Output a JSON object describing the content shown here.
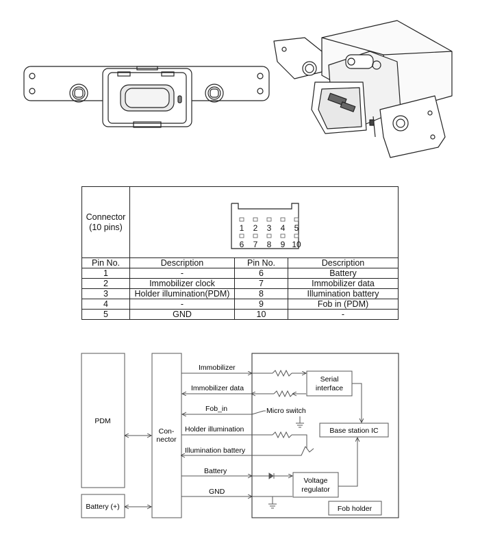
{
  "connector": {
    "label_line1": "Connector",
    "label_line2": "(10 pins)",
    "top_pins": [
      "1",
      "2",
      "3",
      "4",
      "5"
    ],
    "bottom_pins": [
      "6",
      "7",
      "8",
      "9",
      "10"
    ]
  },
  "pin_table": {
    "headers": [
      "Pin No.",
      "Description",
      "Pin No.",
      "Description"
    ],
    "rows": [
      {
        "pin_a": "1",
        "desc_a": "-",
        "pin_b": "6",
        "desc_b": "Battery"
      },
      {
        "pin_a": "2",
        "desc_a": "Immobilizer clock",
        "pin_b": "7",
        "desc_b": "Immobilizer data"
      },
      {
        "pin_a": "3",
        "desc_a": "Holder illumination(PDM)",
        "pin_b": "8",
        "desc_b": "Illumination battery"
      },
      {
        "pin_a": "4",
        "desc_a": "-",
        "pin_b": "9",
        "desc_b": "Fob in (PDM)"
      },
      {
        "pin_a": "5",
        "desc_a": "GND",
        "pin_b": "10",
        "desc_b": "-"
      }
    ]
  },
  "diagram": {
    "pdm": "PDM",
    "connector_line1": "Con-",
    "connector_line2": "nector",
    "battery": "Battery (+)",
    "serial_line1": "Serial",
    "serial_line2": "interface",
    "base_station": "Base station IC",
    "voltage_line1": "Voltage",
    "voltage_line2": "regulator",
    "fob_holder": "Fob holder",
    "micro_switch": "Micro switch",
    "signals": {
      "immobilizer": "Immobilizer",
      "immobilizer_data": "Immobilizer data",
      "fob_in": "Fob_in",
      "holder_illumination": "Holder illumination",
      "illumination_battery": "Illumination battery",
      "battery": "Battery",
      "gnd": "GND"
    }
  }
}
